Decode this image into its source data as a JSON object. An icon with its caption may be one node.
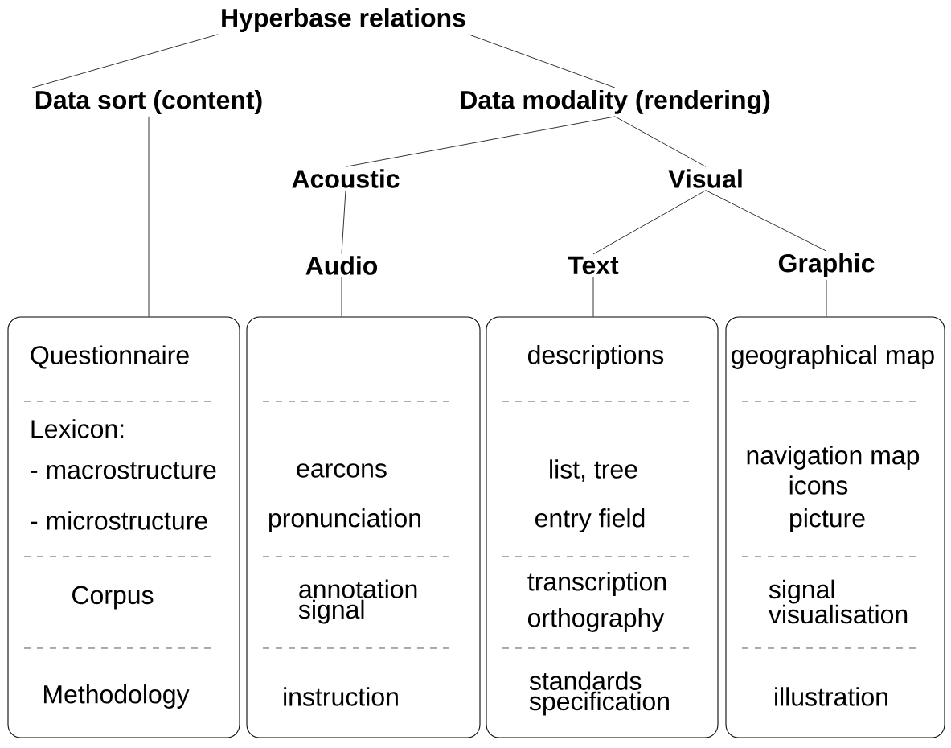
{
  "diagram": {
    "nodes": [
      {
        "text": [
          "Hyperbase relations"
        ]
      },
      {
        "text": [
          "Data sort (content)"
        ]
      },
      {
        "text": [
          "Data modality (rendering)"
        ]
      },
      {
        "text": [
          "Acoustic"
        ]
      },
      {
        "text": [
          "Visual"
        ]
      },
      {
        "text": [
          "Audio"
        ]
      },
      {
        "text": [
          "Text"
        ]
      },
      {
        "text": [
          "Graphic"
        ]
      },
      {
        "text": [
          "Questionnaire",
          "Lexicon:",
          "- macrostructure",
          "- microstructure",
          "Corpus",
          "Methodology"
        ]
      },
      {
        "text": [
          "earcons",
          "pronunciation",
          "annotation signal",
          "instruction"
        ]
      },
      {
        "text": [
          "descriptions",
          "list, tree",
          "entry field",
          "transcription",
          "orthography",
          "standards specification"
        ]
      },
      {
        "text": [
          "geographical map",
          "navigation map",
          "icons",
          "picture",
          "signal visualisation",
          "illustration"
        ]
      }
    ],
    "edges": [
      {
        "from": 0,
        "to": 1,
        "arrow": "none"
      },
      {
        "from": 0,
        "to": 2,
        "arrow": "none"
      },
      {
        "from": 2,
        "to": 3,
        "arrow": "none"
      },
      {
        "from": 2,
        "to": 4,
        "arrow": "none"
      },
      {
        "from": 3,
        "to": 5,
        "arrow": "none"
      },
      {
        "from": 4,
        "to": 6,
        "arrow": "none"
      },
      {
        "from": 4,
        "to": 7,
        "arrow": "none"
      },
      {
        "from": 1,
        "to": 8,
        "arrow": "none"
      },
      {
        "from": 5,
        "to": 9,
        "arrow": "none"
      },
      {
        "from": 6,
        "to": 10,
        "arrow": "none"
      },
      {
        "from": 7,
        "to": 11,
        "arrow": "none"
      }
    ]
  }
}
